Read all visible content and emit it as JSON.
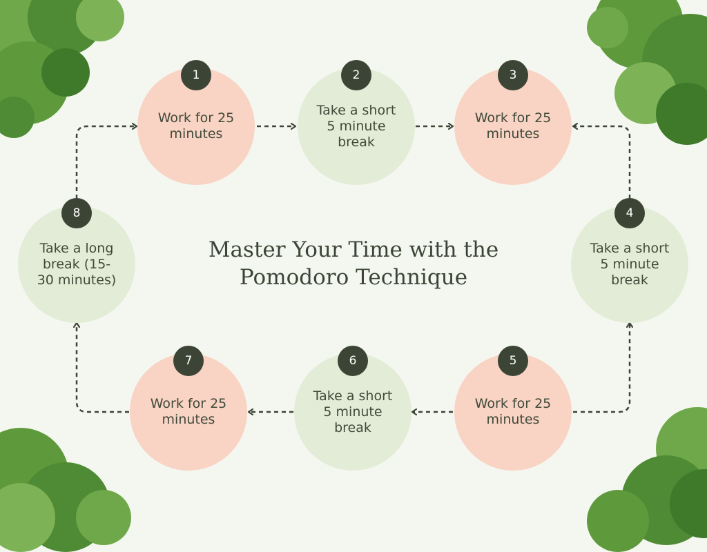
{
  "title": {
    "line1": "Master Your Time with the",
    "line2": "Pomodoro Technique"
  },
  "steps": [
    {
      "num": "1",
      "label": "Work for 25 minutes",
      "kind": "work"
    },
    {
      "num": "2",
      "label": "Take a short 5 minute break",
      "kind": "break"
    },
    {
      "num": "3",
      "label": "Work for 25 minutes",
      "kind": "work"
    },
    {
      "num": "4",
      "label": "Take a short 5 minute break",
      "kind": "break"
    },
    {
      "num": "5",
      "label": "Work for 25 minutes",
      "kind": "work"
    },
    {
      "num": "6",
      "label": "Take a short 5 minute break",
      "kind": "break"
    },
    {
      "num": "7",
      "label": "Work for 25 minutes",
      "kind": "work"
    },
    {
      "num": "8",
      "label": "Take a long break (15-30 minutes)",
      "kind": "break"
    }
  ],
  "colors": {
    "background": "#f4f7f0",
    "work_circle": "#f9d3c3",
    "break_circle": "#e2ecd6",
    "badge": "#3c4535",
    "connector": "#3c4535",
    "foliage": "#5e9a3c"
  },
  "decorations": [
    "tree-foliage-top-left",
    "tree-foliage-top-right",
    "tree-foliage-bottom-left",
    "tree-foliage-bottom-right"
  ]
}
